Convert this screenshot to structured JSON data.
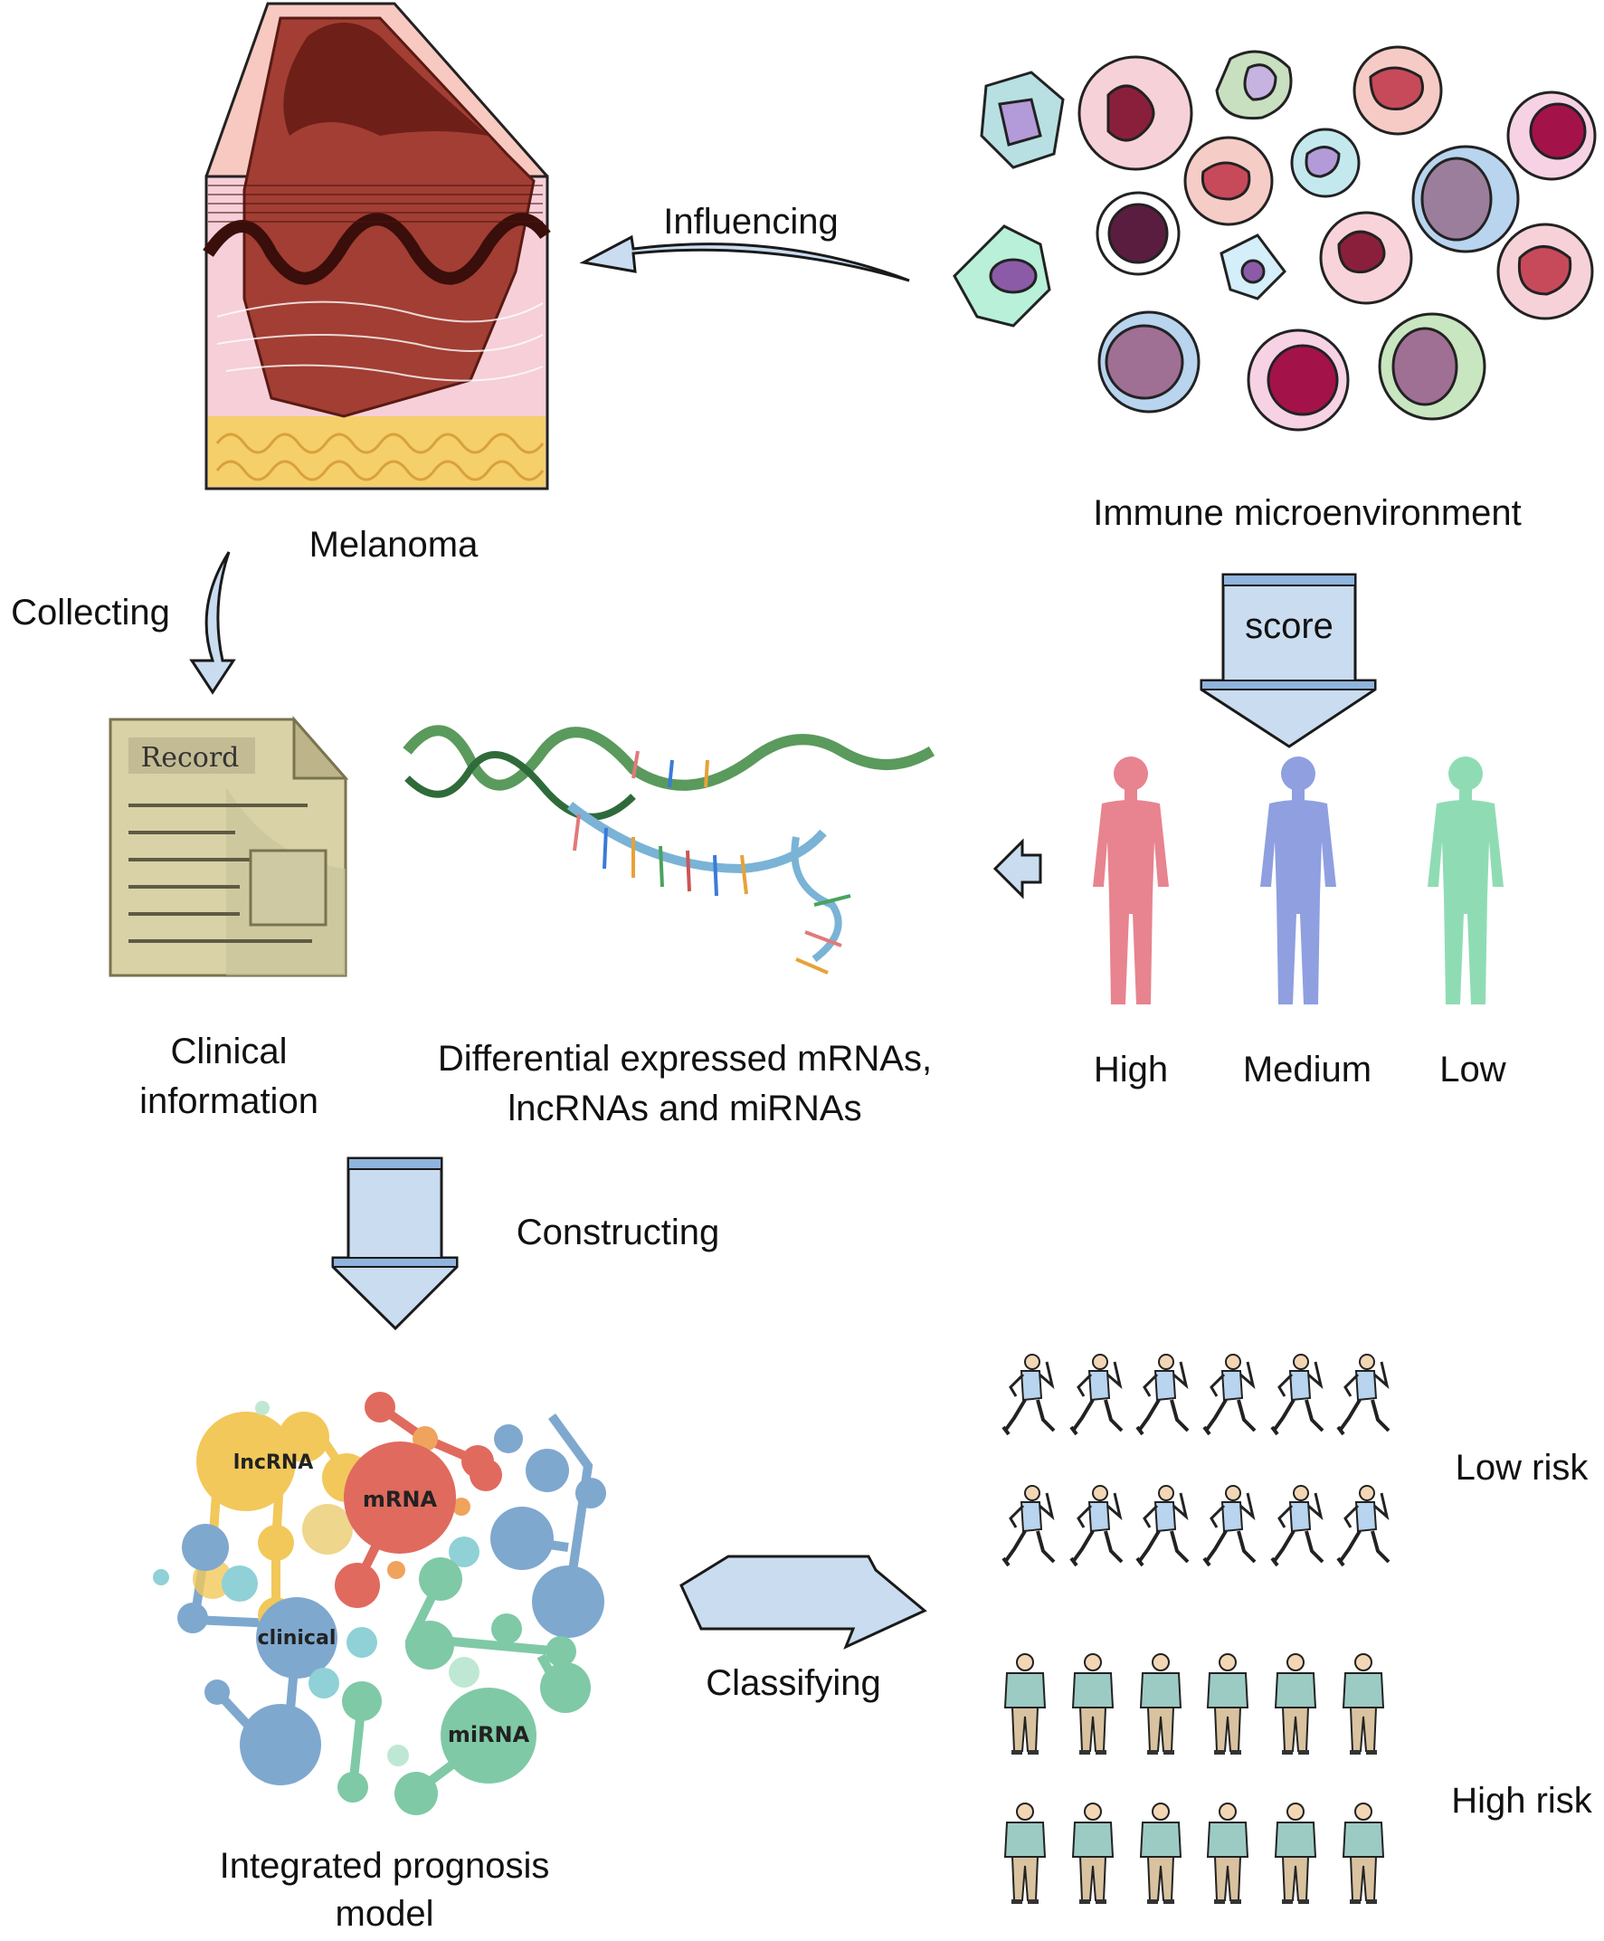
{
  "labels": {
    "melanoma": "Melanoma",
    "immune_microenvironment": "Immune microenvironment",
    "influencing": "Influencing",
    "collecting": "Collecting",
    "score": "score",
    "record": "Record",
    "clinical_line1": "Clinical",
    "clinical_line2": "information",
    "differential_line1": "Differential expressed mRNAs,",
    "differential_line2": "lncRNAs and miRNAs",
    "high": "High",
    "medium": "Medium",
    "low": "Low",
    "constructing": "Constructing",
    "classifying": "Classifying",
    "low_risk": "Low risk",
    "high_risk": "High risk",
    "model_line1": "Integrated prognosis",
    "model_line2": "model"
  },
  "network_nodes": {
    "lncrna": "lncRNA",
    "mrna": "mRNA",
    "clinical": "clinical",
    "mirna": "miRNA"
  },
  "colors": {
    "arrow_fill": "#c9dcf0",
    "arrow_stroke": "#1a1a1a",
    "arrow_band": "#8fb4dd",
    "high_figure": "#e7848f",
    "medium_figure": "#8f9fe0",
    "low_figure": "#8fdcb4",
    "lncrna_color": "#f2c85a",
    "mrna_color": "#e06a5e",
    "clinical_color": "#7fa8cf",
    "mirna_color": "#7fc9a6"
  },
  "icons": {
    "melanoma": "skin-cross-section-icon",
    "immune": "immune-cells-icon",
    "record": "record-document-icon",
    "dna": "dna-helix-icon",
    "runner": "runner-icon",
    "elderly": "elderly-man-icon",
    "body": "human-body-icon"
  }
}
